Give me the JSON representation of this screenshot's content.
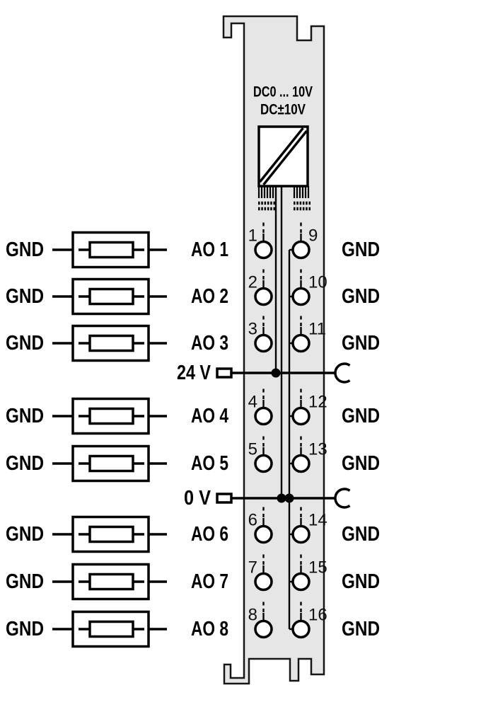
{
  "module": {
    "voltage_label_line1": "DC0 ... 10V",
    "voltage_label_line2": "DC±10V"
  },
  "power": {
    "supply_label": "24 V",
    "ground_label": "0 V"
  },
  "channels": [
    {
      "gnd_left": "GND",
      "output": "AO 1",
      "terminal_left": "1",
      "terminal_right": "9",
      "gnd_right": "GND"
    },
    {
      "gnd_left": "GND",
      "output": "AO 2",
      "terminal_left": "2",
      "terminal_right": "10",
      "gnd_right": "GND"
    },
    {
      "gnd_left": "GND",
      "output": "AO 3",
      "terminal_left": "3",
      "terminal_right": "11",
      "gnd_right": "GND"
    },
    {
      "gnd_left": "GND",
      "output": "AO 4",
      "terminal_left": "4",
      "terminal_right": "12",
      "gnd_right": "GND"
    },
    {
      "gnd_left": "GND",
      "output": "AO 5",
      "terminal_left": "5",
      "terminal_right": "13",
      "gnd_right": "GND"
    },
    {
      "gnd_left": "GND",
      "output": "AO 6",
      "terminal_left": "6",
      "terminal_right": "14",
      "gnd_right": "GND"
    },
    {
      "gnd_left": "GND",
      "output": "AO 7",
      "terminal_left": "7",
      "terminal_right": "15",
      "gnd_right": "GND"
    },
    {
      "gnd_left": "GND",
      "output": "AO 8",
      "terminal_left": "8",
      "terminal_right": "16",
      "gnd_right": "GND"
    }
  ],
  "colors": {
    "module_fill": "#e6e6e6",
    "line": "#000000",
    "background": "#ffffff"
  }
}
